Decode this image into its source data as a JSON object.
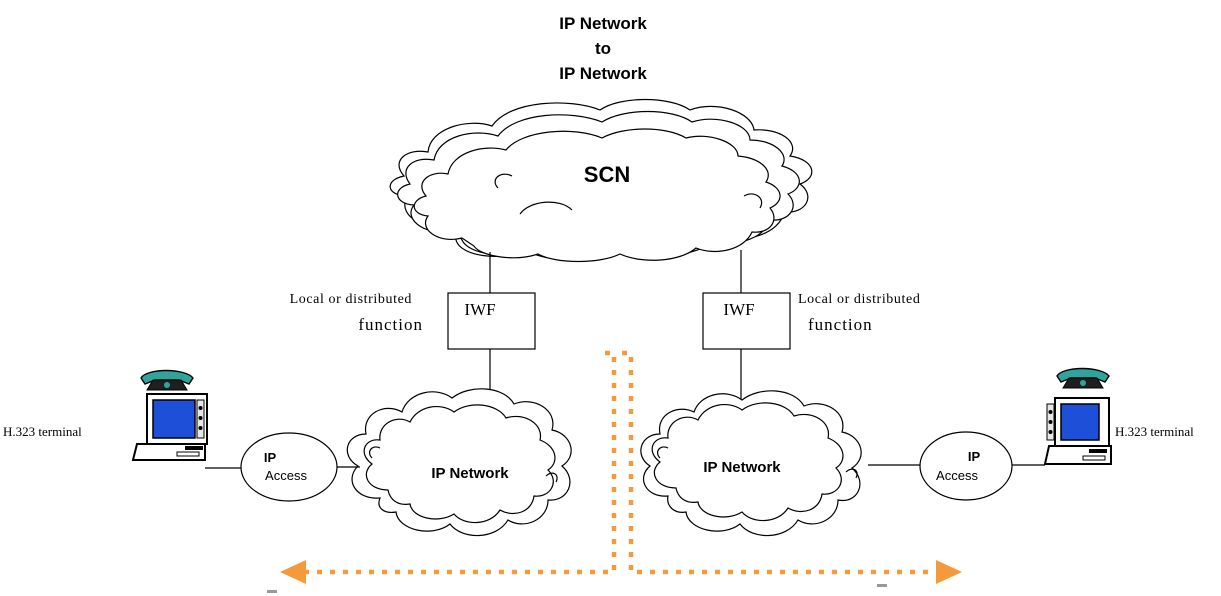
{
  "title": {
    "line1": "IP Network",
    "line2": "to",
    "line3": "IP Network"
  },
  "scn": {
    "label": "SCN"
  },
  "iwf_left": {
    "label": "IWF",
    "note_line1": "Local or distributed",
    "note_line2": "function"
  },
  "iwf_right": {
    "label": "IWF",
    "note_line1": "Local or distributed",
    "note_line2": "function"
  },
  "ip_network_left": {
    "label": "IP Network"
  },
  "ip_network_right": {
    "label": "IP Network"
  },
  "ip_access_left": {
    "line1": "IP",
    "line2": "Access"
  },
  "ip_access_right": {
    "line1": "IP",
    "line2": "Access"
  },
  "terminal_left": {
    "label": "H.323 terminal",
    "icon": "terminal-icon"
  },
  "terminal_right": {
    "label": "H.323 terminal",
    "icon": "terminal-icon"
  },
  "colors": {
    "flow_arrow": "#F59A3A",
    "monitor_screen": "#1D4FD8",
    "phone_handset": "#2FA49B",
    "line": "#000000"
  }
}
